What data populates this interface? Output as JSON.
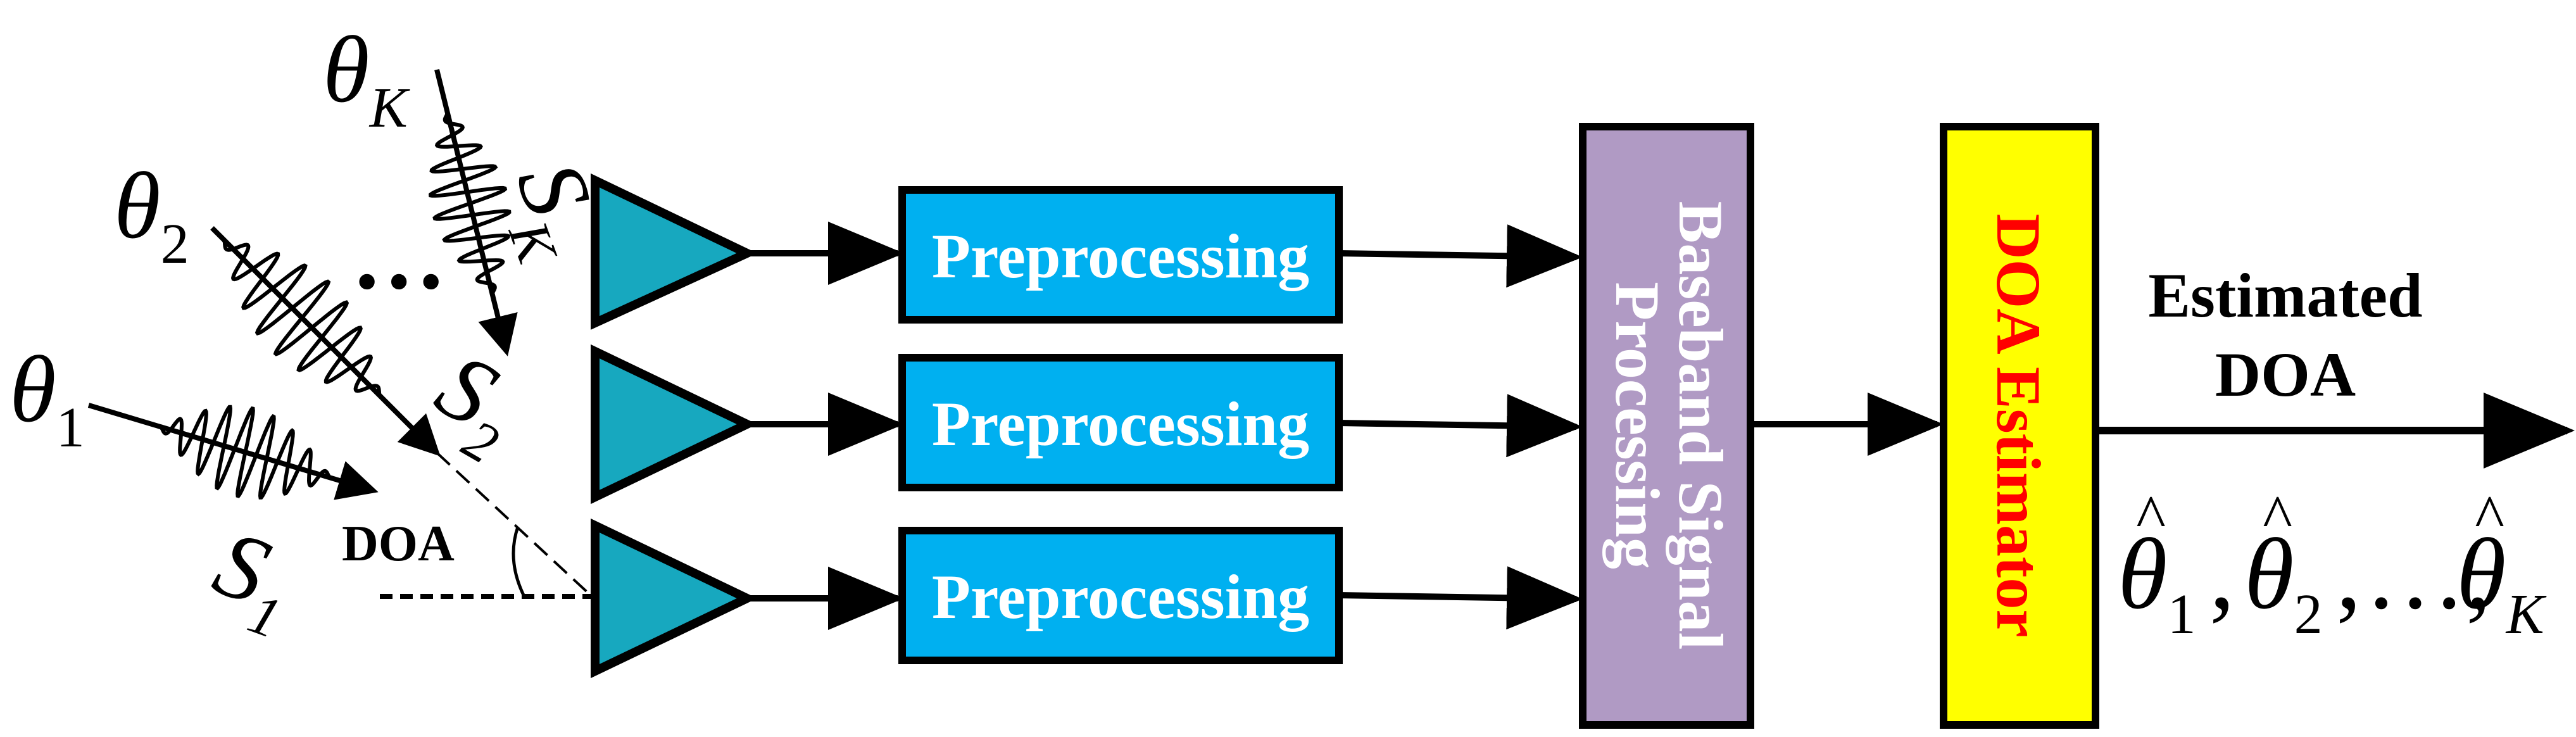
{
  "signals": [
    {
      "theta": "θ",
      "theta_sub": "1",
      "s": "S",
      "s_sub": "1"
    },
    {
      "theta": "θ",
      "theta_sub": "2",
      "s": "S",
      "s_sub": "2"
    },
    {
      "theta": "θ",
      "theta_sub": "K",
      "s": "S",
      "s_sub": "K"
    }
  ],
  "signal_ellipsis": "…",
  "doa_label": "DOA",
  "preprocessing_label": "Preprocessing",
  "baseband_label_line1": "Baseband Signal",
  "baseband_label_line2": "Processing",
  "doa_estimator_label": "DOA Estimator",
  "output_label_line1": "Estimated",
  "output_label_line2": "DOA",
  "output_estimates": {
    "hat": "θ",
    "subs": [
      "1",
      "2",
      "K"
    ],
    "sep1": ",",
    "sep2": ",",
    "ellipsis": "…,"
  },
  "colors": {
    "amplifier": "#17a8bf",
    "preprocessing_box": "#00b0f0",
    "preprocessing_text": "#ffffff",
    "baseband_box": "#b09ac4",
    "baseband_text": "#ffffff",
    "estimator_box": "#ffff00",
    "estimator_text": "#ff0000",
    "line": "#000000"
  }
}
